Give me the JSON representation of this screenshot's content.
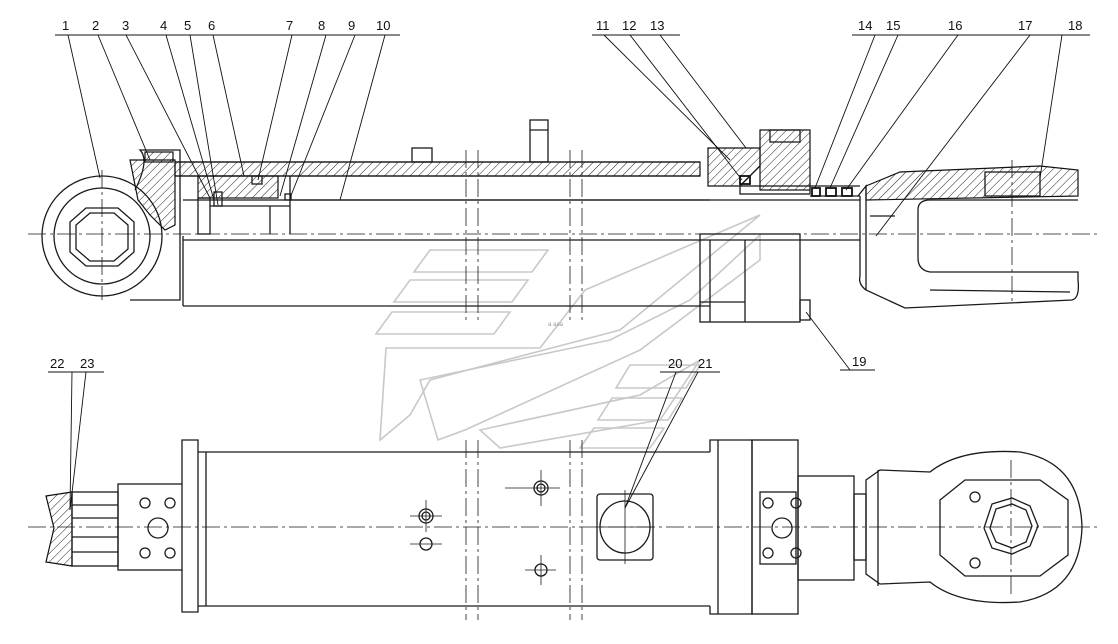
{
  "part_labels": [
    {
      "id": "1",
      "text": "1"
    },
    {
      "id": "2",
      "text": "2"
    },
    {
      "id": "3",
      "text": "3"
    },
    {
      "id": "4",
      "text": "4"
    },
    {
      "id": "5",
      "text": "5"
    },
    {
      "id": "6",
      "text": "6"
    },
    {
      "id": "7",
      "text": "7"
    },
    {
      "id": "8",
      "text": "8"
    },
    {
      "id": "9",
      "text": "9"
    },
    {
      "id": "10",
      "text": "10"
    },
    {
      "id": "11",
      "text": "11"
    },
    {
      "id": "12",
      "text": "12"
    },
    {
      "id": "13",
      "text": "13"
    },
    {
      "id": "14",
      "text": "14"
    },
    {
      "id": "15",
      "text": "15"
    },
    {
      "id": "16",
      "text": "16"
    },
    {
      "id": "17",
      "text": "17"
    },
    {
      "id": "18",
      "text": "18"
    },
    {
      "id": "19",
      "text": "19"
    },
    {
      "id": "20",
      "text": "20"
    },
    {
      "id": "21",
      "text": "21"
    },
    {
      "id": "22",
      "text": "22"
    },
    {
      "id": "23",
      "text": "23"
    }
  ],
  "colors": {
    "line": "#1a1a1a",
    "watermark": "#c8c8c8",
    "background": "#ffffff"
  }
}
